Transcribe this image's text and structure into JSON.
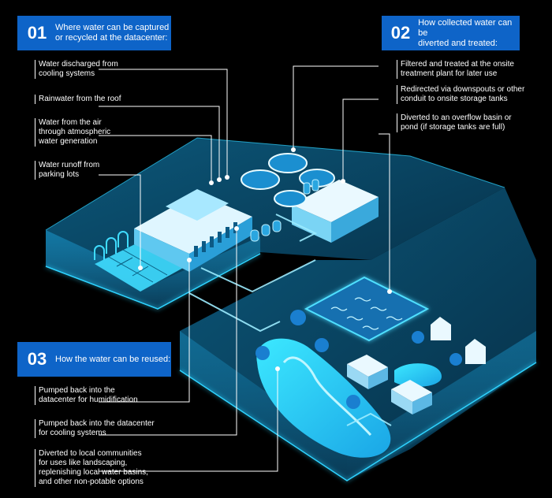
{
  "section1": {
    "number": "01",
    "title": "Where water can be captured\nor recycled at the datacenter:",
    "items": [
      "Water discharged from\ncooling systems",
      "Rainwater from the roof",
      "Water from the air\nthrough atmospheric\nwater generation",
      "Water runoff from\nparking lots"
    ]
  },
  "section2": {
    "number": "02",
    "title": "How collected water can be\ndiverted and treated:",
    "items": [
      "Filtered and treated at the onsite\ntreatment plant for later use",
      "Redirected via downspouts or other\nconduit to onsite storage tanks",
      "Diverted to an overflow basin or\npond (if storage tanks are full)"
    ]
  },
  "section3": {
    "number": "03",
    "title": "How the water can be reused:",
    "items": [
      "Pumped back into the\ndatacenter for humidification",
      "Pumped back into the datacenter\nfor cooling systems",
      "Diverted to local communities\nfor uses like landscaping,\nreplenishing local water basins,\nand other non-potable options"
    ]
  },
  "colors": {
    "accent": "#0e64c8",
    "glow": "#34e2ff",
    "platform": "#0b4a6a",
    "background": "#000000"
  }
}
